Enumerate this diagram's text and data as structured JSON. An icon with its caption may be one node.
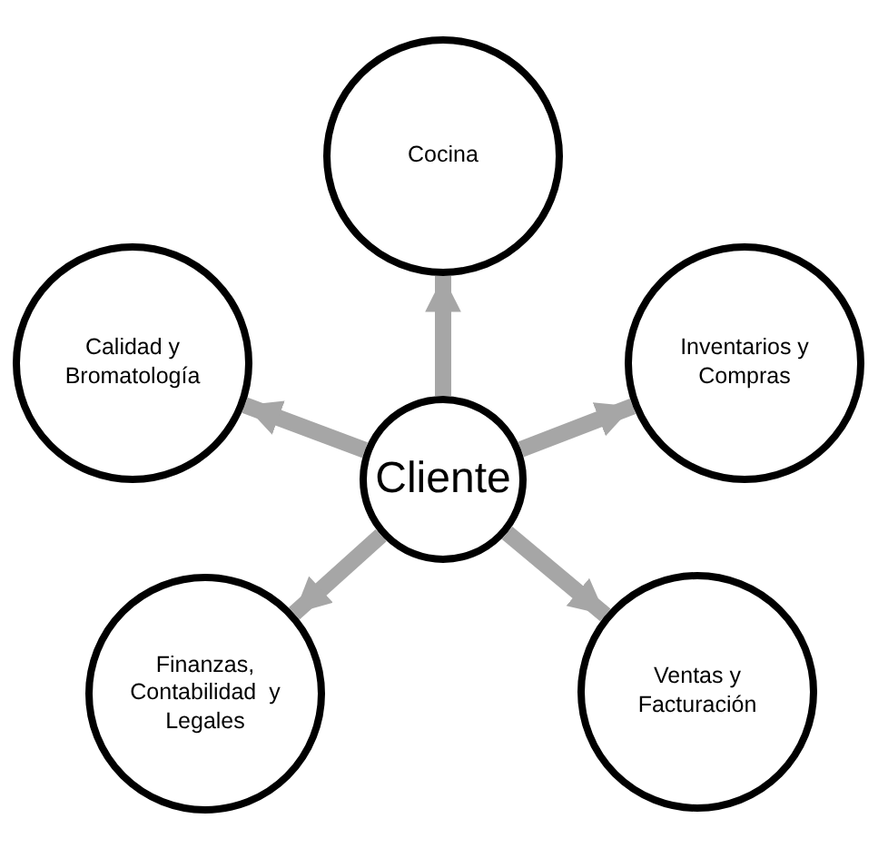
{
  "diagram": {
    "nodes": [
      {
        "text": [
          "Cliente"
        ]
      },
      {
        "text": [
          "Cocina"
        ]
      },
      {
        "text": [
          "Inventarios y Compras"
        ]
      },
      {
        "text": [
          "Ventas y Facturación"
        ]
      },
      {
        "text": [
          "Finanzas, Contabilidad  y Legales"
        ]
      },
      {
        "text": [
          "Calidad y Bromatología"
        ]
      }
    ],
    "edges": [
      {
        "from": 0,
        "to": 1,
        "arrow": "to"
      },
      {
        "from": 0,
        "to": 2,
        "arrow": "to"
      },
      {
        "from": 0,
        "to": 3,
        "arrow": "to"
      },
      {
        "from": 0,
        "to": 4,
        "arrow": "to"
      },
      {
        "from": 0,
        "to": 5,
        "arrow": "to"
      }
    ]
  }
}
